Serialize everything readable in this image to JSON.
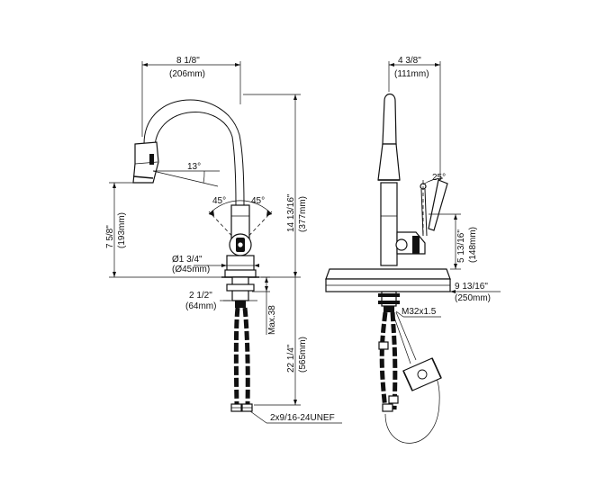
{
  "front_view": {
    "spout_reach_in": "8  1/8\"",
    "spout_reach_mm": "(206mm)",
    "total_height_in": "14  13/16\"",
    "total_height_mm": "(377mm)",
    "spray_angle": "13°",
    "handle_angle_left": "45°",
    "handle_angle_right": "45°",
    "spout_clearance_in": "7  5/8\"",
    "spout_clearance_mm": "(193mm)",
    "base_diameter_in": "Ø1  3/4\"",
    "base_diameter_mm": "(Ø45mm)",
    "shank_length_in": "2  1/2\"",
    "shank_length_mm": "(64mm)",
    "max_deck": "Max.38",
    "hose_length_in": "22  1/4\"",
    "hose_length_mm": "(565mm)",
    "hose_thread": "2x9/16-24UNEF"
  },
  "side_view": {
    "depth_in": "4  3/8\"",
    "depth_mm": "(111mm)",
    "handle_tilt": "25°",
    "handle_height_in": "5  13/16\"",
    "handle_height_mm": "(148mm)",
    "deck_plate_in": "9  13/16\"",
    "deck_plate_mm": "(250mm)",
    "thread_size": "M32x1.5"
  }
}
